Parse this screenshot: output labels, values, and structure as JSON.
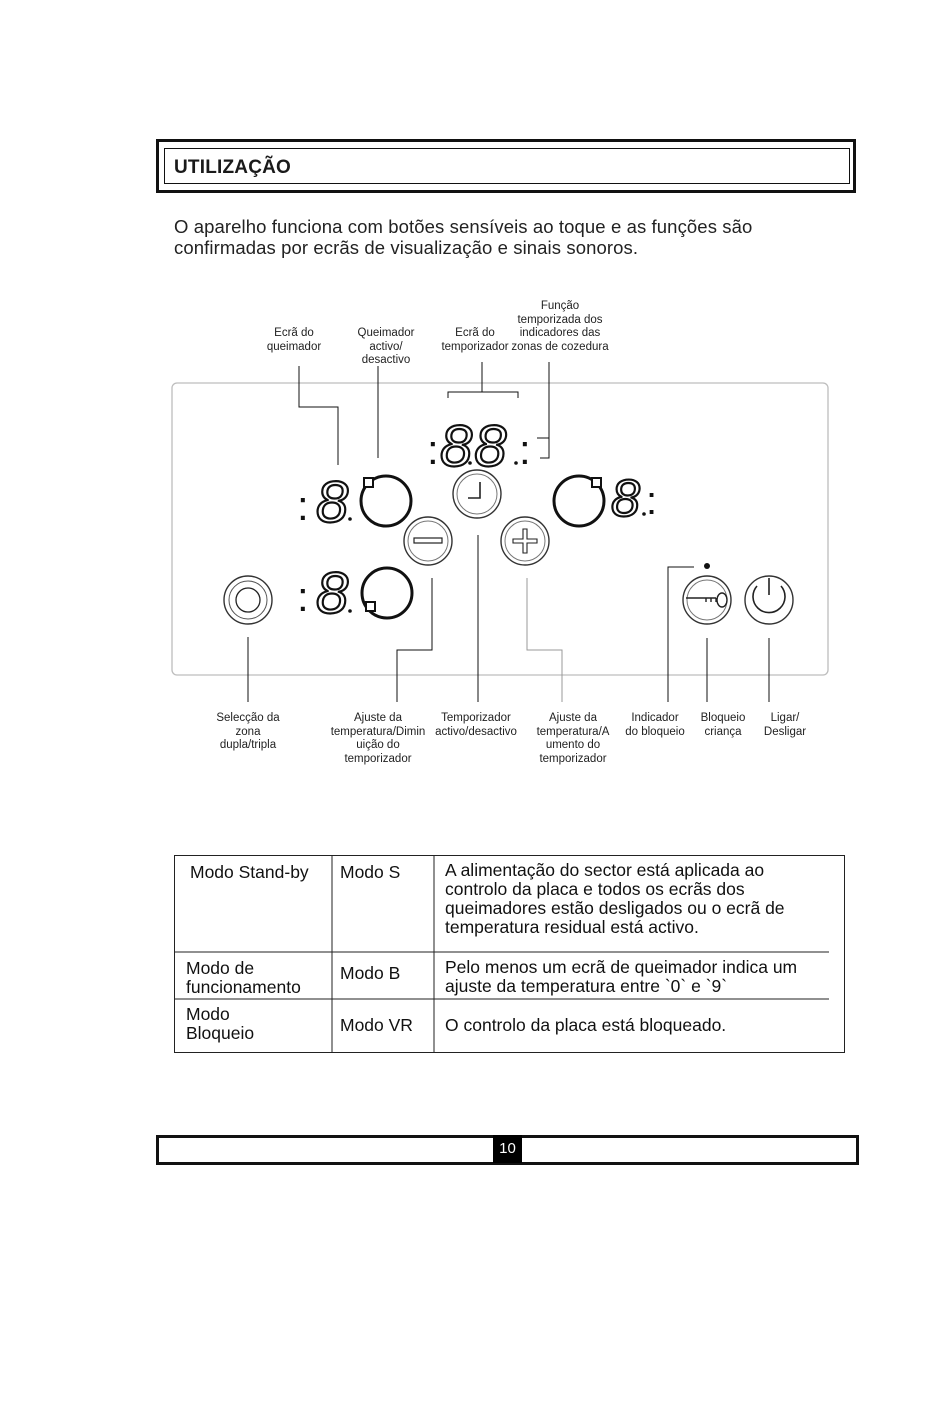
{
  "section": {
    "title": "UTILIZAÇÃO"
  },
  "intro": {
    "line1": "O aparelho funciona com botões sensíveis ao toque e as funções são",
    "line2": "confirmadas por ecrãs de visualização e sinais sonoros."
  },
  "panel": {
    "displays": {
      "timer": "88",
      "burner_left_top": "8",
      "burner_left_bottom": "8",
      "burner_right": "8"
    },
    "top_labels": {
      "burner_display": [
        "Ecrã do",
        "queimador"
      ],
      "burner_active": [
        "Queimador",
        "activo/",
        "desactivo"
      ],
      "timer_display": [
        "Ecrã do",
        "temporizador"
      ],
      "timed_function": [
        "Função",
        "temporizada dos",
        "indicadores das",
        "zonas de cozedura"
      ]
    },
    "bottom_labels": {
      "dual_zone": [
        "Selecção da",
        "zona",
        "dupla/tripla"
      ],
      "minus": [
        "Ajuste da",
        "temperatura/Dimin",
        "uição do",
        "temporizador"
      ],
      "timer_toggle": [
        "Temporizador",
        "activo/desactivo"
      ],
      "plus": [
        "Ajuste da",
        "temperatura/A",
        "umento do",
        "temporizador"
      ],
      "lock_indicator": [
        "Indicador",
        "do bloqueio"
      ],
      "child_lock": [
        "Bloqueio",
        "criança"
      ],
      "power": [
        "Ligar/",
        "Desligar"
      ]
    }
  },
  "modes_table": {
    "rows": [
      {
        "mode": "Modo Stand-by",
        "code": "Modo S",
        "desc": [
          "A alimentação do sector está aplicada ao",
          "controlo da placa e todos os ecrãs dos",
          "queimadores estão desligados ou o ecrã de",
          "temperatura residual está activo."
        ]
      },
      {
        "mode": [
          "Modo de",
          "funcionamento"
        ],
        "code": "Modo B",
        "desc": [
          "Pelo menos um ecrã de queimador indica um",
          "ajuste da temperatura entre `0` e `9`"
        ]
      },
      {
        "mode": [
          "Modo",
          "Bloqueio"
        ],
        "code": "Modo VR",
        "desc": [
          "O controlo da placa está bloqueado."
        ]
      }
    ]
  },
  "footer": {
    "page_number": "10"
  }
}
